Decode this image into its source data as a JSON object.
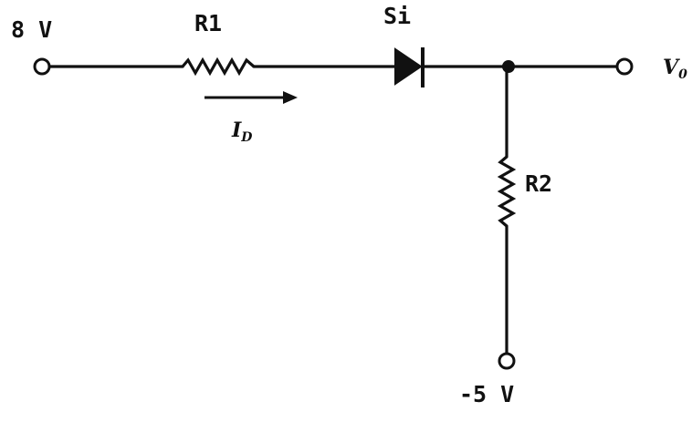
{
  "labels": {
    "input_voltage": "8 V",
    "resistor_1": "R1",
    "diode": "Si",
    "current_main": "I",
    "current_sub": "D",
    "output_main": "V",
    "output_sub": "0",
    "resistor_2": "R2",
    "supply_voltage": "-5 V"
  },
  "colors": {
    "ink": "#111111",
    "background": "#ffffff"
  }
}
